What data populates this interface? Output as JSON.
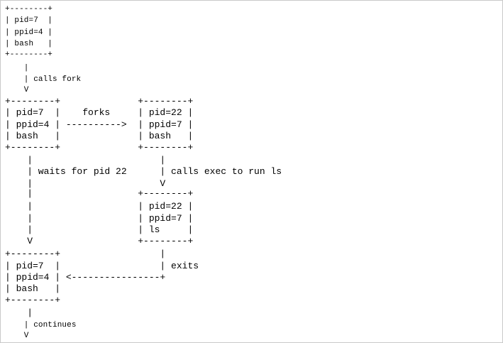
{
  "diagram": {
    "lines": [
      "+--------+",
      "| pid=7  |",
      "| ppid=4 |",
      "| bash   |",
      "+--------+",
      "    |",
      "    | calls fork",
      "    V",
      "+--------+              +--------+",
      "| pid=7  |    forks     | pid=22 |",
      "| ppid=4 | ---------->  | ppid=7 |",
      "| bash   |              | bash   |",
      "+--------+              +--------+",
      "    |                       |",
      "    | waits for pid 22      | calls exec to run ls",
      "    |                       V",
      "    |                   +--------+",
      "    |                   | pid=22 |",
      "    |                   | ppid=7 |",
      "    |                   | ls     |",
      "    V                   +--------+",
      "+--------+                  |",
      "| pid=7  |                  | exits",
      "| ppid=4 | <----------------+",
      "| bash   |",
      "+--------+",
      "    |",
      "    | continues",
      "    V"
    ]
  }
}
